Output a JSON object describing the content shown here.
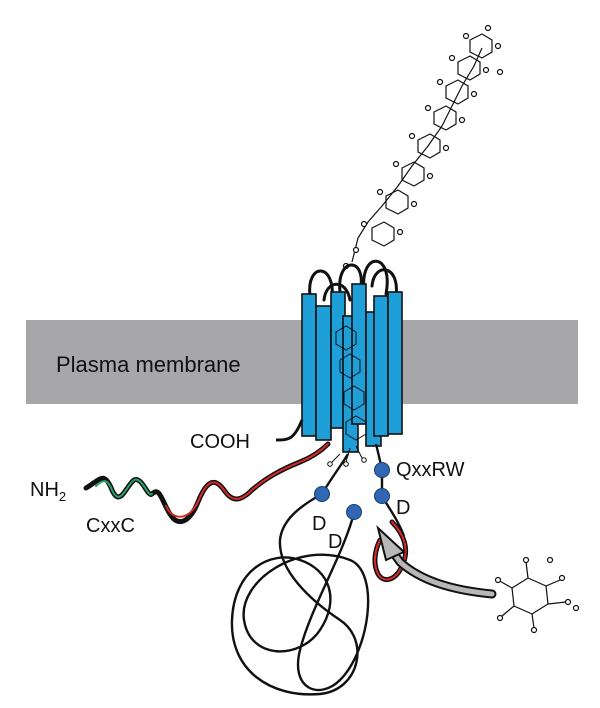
{
  "labels": {
    "membrane": "Plasma membrane",
    "cooh": "COOH",
    "nh2_main": "NH",
    "nh2_sub": "2",
    "cxxc": "CxxC",
    "qxxrw": "QxxRW",
    "d1": "D",
    "d2": "D",
    "d3": "D"
  },
  "colors": {
    "membrane": "#a7a7a9",
    "helix": "#1f9fd8",
    "motif_red": "#d42a2a",
    "motif_green": "#2aa06a",
    "residue_dot": "#2f67b5",
    "arrow": "#b8b8b8"
  }
}
